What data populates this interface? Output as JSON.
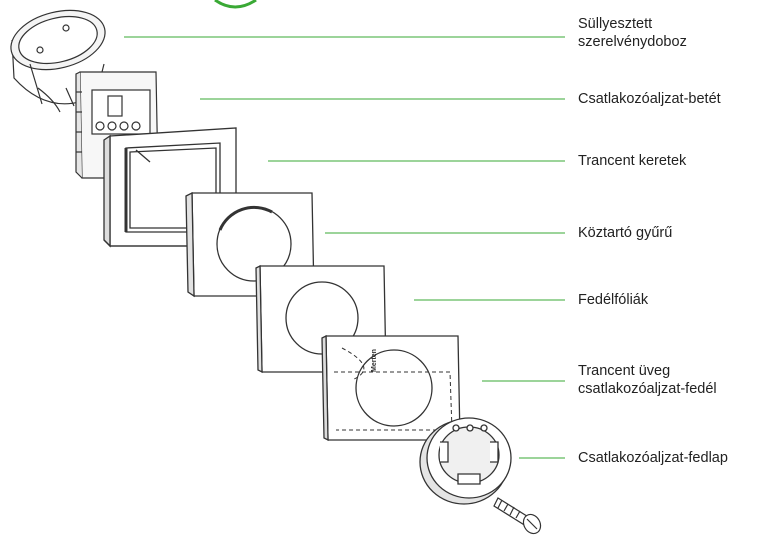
{
  "diagram": {
    "accent_color": "#3aa935",
    "line_color": "#333333",
    "brand_mark": "Merten",
    "parts": [
      {
        "id": "flush-box",
        "lines": [
          "Süllyesztett",
          "szerelvénydoboz"
        ]
      },
      {
        "id": "socket-insert",
        "lines": [
          "Csatlakozóaljzat-betét"
        ]
      },
      {
        "id": "frame",
        "lines": [
          "Trancent keretek"
        ]
      },
      {
        "id": "spacer-ring",
        "lines": [
          "Köztartó gyűrű"
        ]
      },
      {
        "id": "cover-films",
        "lines": [
          "Fedélfóliák"
        ]
      },
      {
        "id": "glass-cover",
        "lines": [
          "Trancent üveg",
          "csatlakozóaljzat-fedél"
        ]
      },
      {
        "id": "socket-cover",
        "lines": [
          "Csatlakozóaljzat-fedlap"
        ]
      }
    ]
  }
}
